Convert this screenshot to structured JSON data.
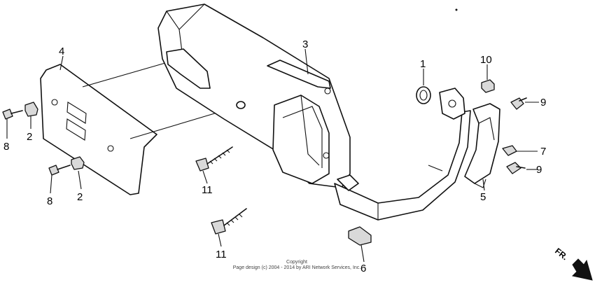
{
  "callouts": {
    "p1": "1",
    "p2a": "2",
    "p2b": "2",
    "p3": "3",
    "p4": "4",
    "p5": "5",
    "p6": "6",
    "p7": "7",
    "p8a": "8",
    "p8b": "8",
    "p9a": "9",
    "p9b": "9",
    "p10": "10",
    "p11a": "11",
    "p11b": "11"
  },
  "copyright": {
    "line1": "Copyright",
    "line2": "Page design (c) 2004 - 2014 by ARI Network Services, Inc."
  },
  "direction_label": "FR.",
  "colors": {
    "ink": "#111111",
    "shade": "#d9d9d9",
    "background": "#ffffff"
  }
}
